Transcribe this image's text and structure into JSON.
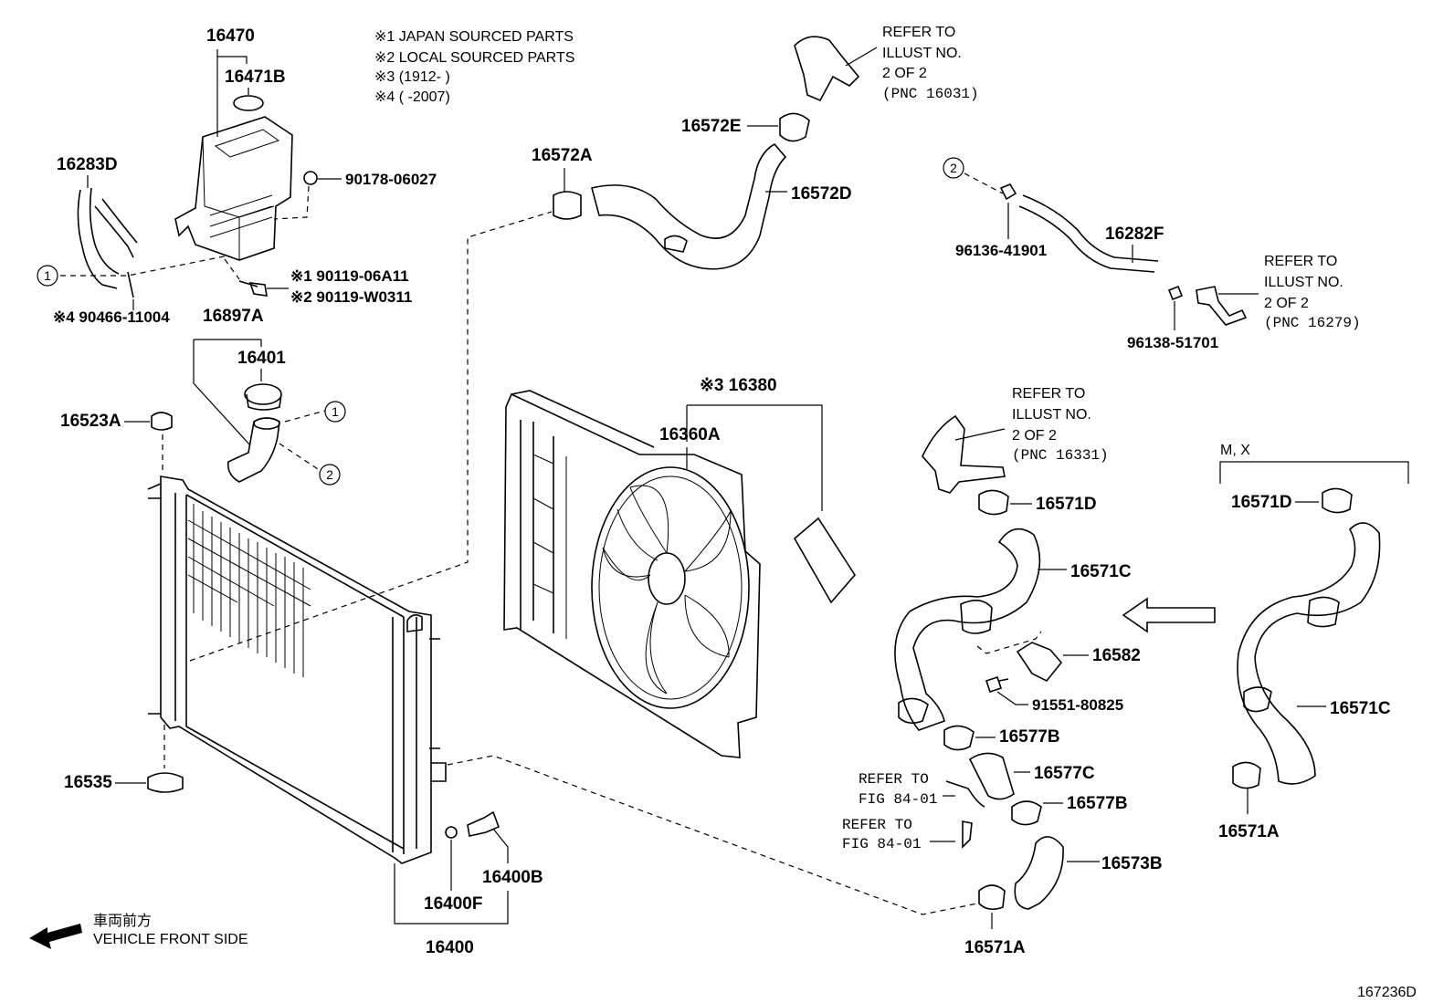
{
  "notes": {
    "n1": "※1 JAPAN SOURCED PARTS",
    "n2": "※2 LOCAL SOURCED PARTS",
    "n3": "※3 (1912-      )",
    "n4": "※4 (      -2007)"
  },
  "parts": {
    "p16470": "16470",
    "p16471B": "16471B",
    "p16283D": "16283D",
    "p90178": "90178-06027",
    "p90119_1": "※1 90119-06A11",
    "p90119_2": "※2 90119-W0311",
    "p90466": "※4 90466-11004",
    "p16897A": "16897A",
    "p16401": "16401",
    "p16523A": "16523A",
    "p16535": "16535",
    "p16400": "16400",
    "p16400B": "16400B",
    "p16400F": "16400F",
    "p16572A": "16572A",
    "p16572E": "16572E",
    "p16572D": "16572D",
    "p16380": "※3 16380",
    "p16360A": "16360A",
    "p96136": "96136-41901",
    "p16282F": "16282F",
    "p96138": "96138-51701",
    "p16571D_a": "16571D",
    "p16571C_a": "16571C",
    "p16582": "16582",
    "p91551": "91551-80825",
    "p16577B_a": "16577B",
    "p16577C": "16577C",
    "p16577B_b": "16577B",
    "p16573B": "16573B",
    "p16571A_a": "16571A",
    "p16571D_b": "16571D",
    "p16571C_b": "16571C",
    "p16571A_b": "16571A"
  },
  "refs": {
    "r1": [
      "REFER TO",
      "ILLUST NO.",
      "2 OF 2",
      "(PNC 16031)"
    ],
    "r2": [
      "REFER TO",
      "ILLUST NO.",
      "2 OF 2",
      "(PNC 16279)"
    ],
    "r3": [
      "REFER TO",
      "ILLUST NO.",
      "2 OF 2",
      "(PNC 16331)"
    ],
    "r4": [
      "REFER TO",
      "FIG 84-01"
    ],
    "r5": [
      "REFER TO",
      "FIG 84-01"
    ]
  },
  "variant_label": "M, X",
  "circles": {
    "c1": "1",
    "c2": "2"
  },
  "front": {
    "jp": "車両前方",
    "en": "VEHICLE FRONT SIDE"
  },
  "figure_id": "167236D"
}
